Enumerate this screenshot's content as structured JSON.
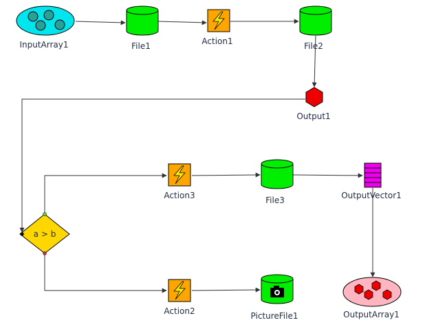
{
  "diagram": {
    "nodes": {
      "input_array1": {
        "label": "InputArray1",
        "type": "input-array",
        "fill": "#00e5ee",
        "dot_fill": "#2aa198"
      },
      "file1": {
        "label": "File1",
        "type": "file",
        "fill": "#00ee00"
      },
      "action1": {
        "label": "Action1",
        "type": "action",
        "fill": "#ffa500"
      },
      "file2": {
        "label": "File2",
        "type": "file",
        "fill": "#00ee00"
      },
      "output1": {
        "label": "Output1",
        "type": "output",
        "fill": "#ee0000"
      },
      "decision": {
        "label": "a > b",
        "type": "decision",
        "fill": "#ffd700"
      },
      "action3": {
        "label": "Action3",
        "type": "action",
        "fill": "#ffa500"
      },
      "file3": {
        "label": "File3",
        "type": "file",
        "fill": "#00ee00"
      },
      "output_vector1": {
        "label": "OutputVector1",
        "type": "output-vector",
        "fill": "#ee00ee"
      },
      "action2": {
        "label": "Action2",
        "type": "action",
        "fill": "#ffa500"
      },
      "picture_file1": {
        "label": "PictureFile1",
        "type": "picture-file",
        "fill": "#00ee00"
      },
      "output_array1": {
        "label": "OutputArray1",
        "type": "output-array",
        "fill": "#ffb6c1",
        "dot_fill": "#ee0000"
      }
    },
    "edges": [
      {
        "from": "input_array1",
        "to": "file1"
      },
      {
        "from": "file1",
        "to": "action1"
      },
      {
        "from": "action1",
        "to": "file2"
      },
      {
        "from": "file2",
        "to": "output1"
      },
      {
        "from": "output1",
        "to": "decision"
      },
      {
        "from": "decision",
        "to": "action3",
        "port": "true"
      },
      {
        "from": "action3",
        "to": "file3"
      },
      {
        "from": "file3",
        "to": "output_vector1"
      },
      {
        "from": "output_vector1",
        "to": "output_array1"
      },
      {
        "from": "decision",
        "to": "action2",
        "port": "false"
      },
      {
        "from": "action2",
        "to": "picture_file1"
      }
    ],
    "colors": {
      "edge": "#333333",
      "outline": "#000000",
      "true_port": "#66cc33",
      "false_port": "#cc3333"
    }
  }
}
